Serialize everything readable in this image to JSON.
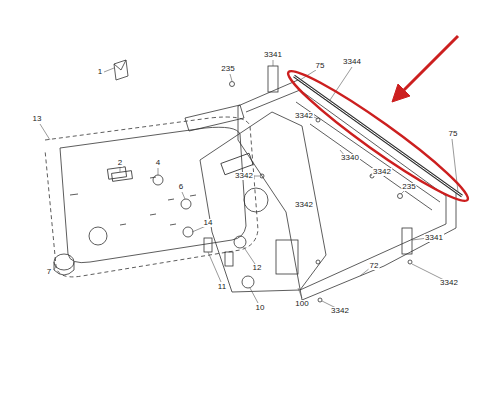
{
  "diagram": {
    "labels": [
      "1",
      "235",
      "3341",
      "75",
      "3344",
      "3342",
      "13",
      "2",
      "4",
      "6",
      "3342",
      "3340",
      "3342",
      "235",
      "75",
      "14",
      "3342",
      "3341",
      "7",
      "12",
      "11",
      "72",
      "3342",
      "10",
      "100",
      "3342"
    ]
  }
}
